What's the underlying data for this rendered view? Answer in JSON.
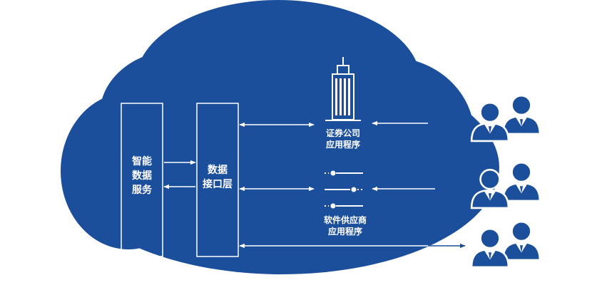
{
  "colors": {
    "cloud": "#1b4f9b",
    "line": "#ffffff",
    "arrow_outside": "#1b4f9b",
    "background": "#ffffff"
  },
  "boxes": {
    "smart_data_service": {
      "lines": [
        "智能",
        "数据",
        "服务"
      ]
    },
    "data_interface_layer": {
      "lines": [
        "数据",
        "接口层"
      ]
    }
  },
  "nodes": {
    "securities_app": {
      "icon": "office-building-icon",
      "lines": [
        "证券公司",
        "应用程序"
      ]
    },
    "vendor_app": {
      "icon": "sliders-icon",
      "lines": [
        "软件供应商",
        "应用程序"
      ]
    }
  },
  "users": [
    {
      "icon": "user-group-icon"
    },
    {
      "icon": "user-group-icon"
    },
    {
      "icon": "user-group-icon"
    }
  ]
}
